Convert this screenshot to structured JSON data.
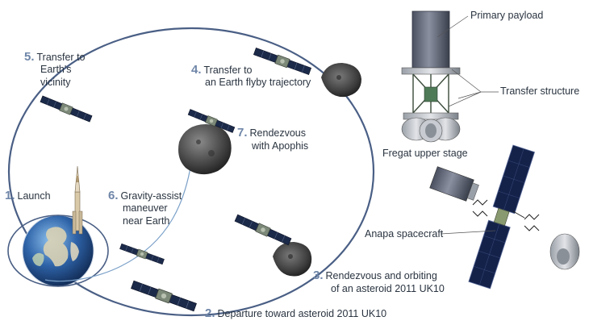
{
  "mission_steps": [
    {
      "num": "1.",
      "lines": [
        "Launch"
      ]
    },
    {
      "num": "2.",
      "lines": [
        "Departure toward asteroid 2011 UK10"
      ]
    },
    {
      "num": "3.",
      "lines": [
        "Rendezvous and orbiting",
        "of an asteroid 2011 UK10"
      ]
    },
    {
      "num": "4.",
      "lines": [
        "Transfer to",
        "an Earth flyby trajectory"
      ]
    },
    {
      "num": "5.",
      "lines": [
        "Transfer to",
        "Earth's",
        "vicinity"
      ]
    },
    {
      "num": "6.",
      "lines": [
        "Gravity-assist",
        "maneuver",
        "near Earth"
      ]
    },
    {
      "num": "7.",
      "lines": [
        "Rendezvous",
        "with Apophis"
      ]
    }
  ],
  "launch_config": {
    "primary_payload": "Primary payload",
    "transfer_structure": "Transfer structure",
    "fregat_upper_stage": "Fregat upper stage"
  },
  "spacecraft": {
    "anapa_label": "Anapa spacecraft"
  },
  "colors": {
    "orbit": "#4a5f85",
    "step_number": "#6f86a8",
    "label_text": "#2a3440",
    "solar_panel": "#1c2a4a",
    "earth_ocean": "#2e63a8",
    "asteroid": "#4a4a4a"
  }
}
